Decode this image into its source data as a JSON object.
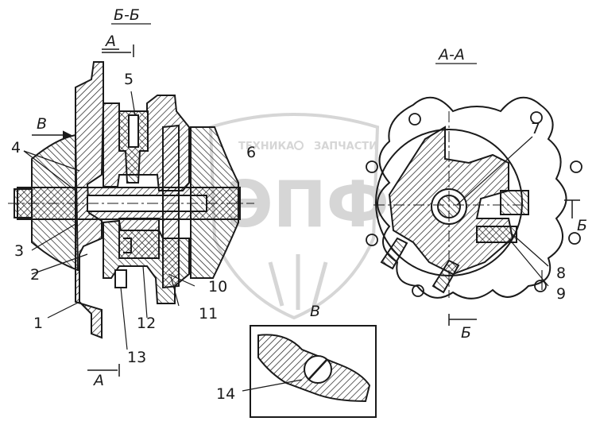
{
  "section_labels": {
    "bb": "Б-Б",
    "aa": "А-А"
  },
  "view_marks": {
    "a_top": "А",
    "a_bottom": "А",
    "b_arrow": "В",
    "b_view": "В",
    "b_right_top": "Б",
    "b_right_bottom": "Б"
  },
  "callouts": {
    "c1": "1",
    "c2": "2",
    "c3": "3",
    "c4": "4",
    "c5": "5",
    "c6": "6",
    "c7": "7",
    "c8": "8",
    "c9": "9",
    "c10": "10",
    "c11": "11",
    "c12": "12",
    "c13": "13",
    "c14": "14"
  },
  "watermark": {
    "line1": "ТЕХНИКА",
    "line2": "ЗАПЧАСТИ",
    "big": "ЭПФ"
  },
  "colors": {
    "ink": "#1a1a1a",
    "hatch": "#1a1a1a",
    "watermark": "#d6d6d6"
  }
}
